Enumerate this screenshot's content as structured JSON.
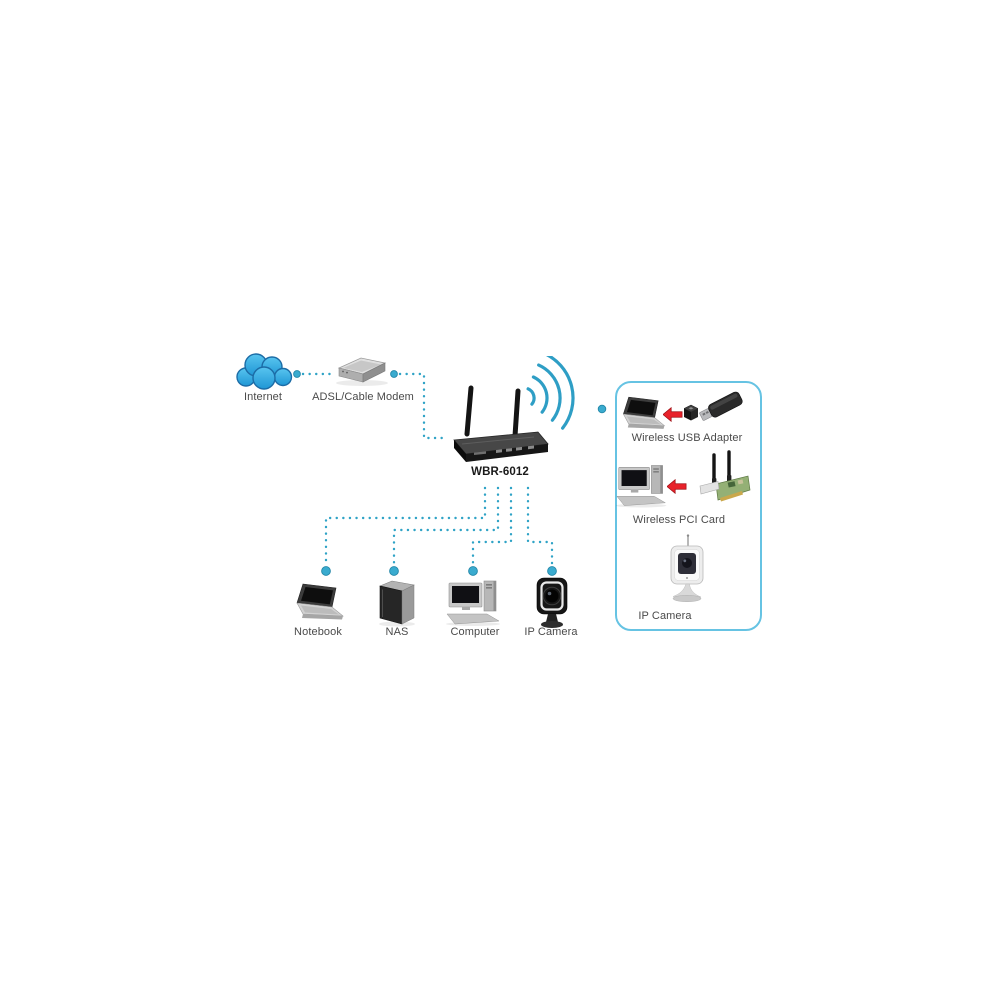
{
  "nodes": {
    "internet": {
      "label": "Internet",
      "icon": "cloud-icon"
    },
    "modem": {
      "label": "ADSL/Cable Modem",
      "icon": "modem-icon"
    },
    "router": {
      "label": "WBR-6012",
      "icon": "wireless-router-icon"
    }
  },
  "wired_clients": [
    {
      "label": "Notebook",
      "icon": "laptop-icon"
    },
    {
      "label": "NAS",
      "icon": "nas-icon"
    },
    {
      "label": "Computer",
      "icon": "desktop-computer-icon"
    },
    {
      "label": "IP Camera",
      "icon": "ip-camera-icon"
    }
  ],
  "wireless_panel": {
    "items": [
      {
        "label": "Wireless USB Adapter",
        "icon": "laptop-with-usb-adapter-icon"
      },
      {
        "label": "Wireless PCI Card",
        "icon": "desktop-with-pci-card-icon"
      },
      {
        "label": "IP Camera",
        "icon": "wireless-ip-camera-icon"
      }
    ]
  },
  "colors": {
    "connector_teal": "#2fa3c6",
    "panel_border_blue": "#66c3e3",
    "cloud_blue": "#2fa9e1",
    "arrow_red": "#e8222b",
    "label_gray": "#4a4a4a"
  }
}
